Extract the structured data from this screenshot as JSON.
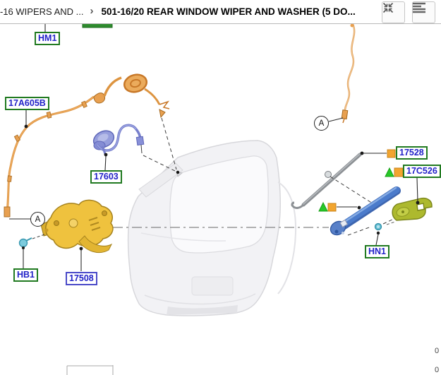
{
  "header": {
    "breadcrumb_parent": "-16 WIPERS AND ...",
    "breadcrumb_separator": "›",
    "title": "501-16/20 REAR WINDOW WIPER AND WASHER (5 DO...",
    "buttons": [
      {
        "name": "collapse-view",
        "icon": "collapse-arrows-icon"
      },
      {
        "name": "parts-list",
        "icon": "list-lines-icon"
      }
    ]
  },
  "diagram": {
    "view_marker": "A",
    "callouts": {
      "HM1": "HM1",
      "17A605B": "17A605B",
      "17603": "17603",
      "HB1": "HB1",
      "17508": "17508",
      "17528": "17528",
      "17C526": "17C526",
      "HN1": "HN1"
    },
    "legend_icons": [
      "green-triangle-marker",
      "orange-square-marker"
    ]
  },
  "edge": {
    "right_value_top": "0",
    "right_value_bottom": "0"
  },
  "colors": {
    "label_text": "#2222c8",
    "label_border_green": "#217a21",
    "label_border_blue": "#4a4ac8",
    "hose_orange": "#dd9440",
    "hose_blue": "#7880cc",
    "motor_yellow": "#efc23e",
    "arm_gray": "#8c9094",
    "arm_blue": "#4b7bcb",
    "cap_olive": "#adb92e",
    "marker_square_orange": "#f2a52f",
    "marker_triangle_green": "#28c828",
    "highlight_green_bar": "#2e8b2e"
  }
}
